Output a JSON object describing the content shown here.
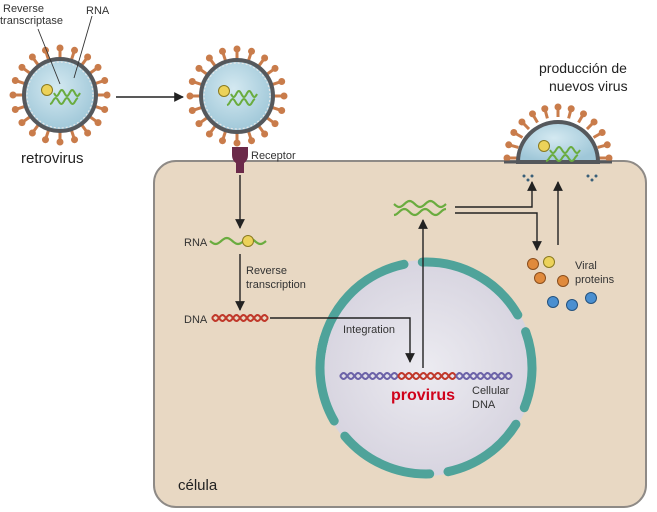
{
  "labels": {
    "reverse_transcriptase_line1": "Reverse",
    "reverse_transcriptase_line2": "transcriptase",
    "rna_top": "RNA",
    "retrovirus": "retrovirus",
    "receptor": "Receptor",
    "rna": "RNA",
    "reverse_transcription_line1": "Reverse",
    "reverse_transcription_line2": "transcription",
    "dna": "DNA",
    "integration": "Integration",
    "provirus": "provirus",
    "cellular_dna_line1": "Cellular",
    "cellular_dna_line2": "DNA",
    "viral_proteins_line1": "Viral",
    "viral_proteins_line2": "proteins",
    "production_line1": "producción de",
    "production_line2": "nuevos virus",
    "cell": "célula"
  },
  "colors": {
    "cell_fill": "#e8d8c3",
    "cell_border": "#8e8a86",
    "nucleus_fill": "#dedbe6",
    "nuclear_envelope": "#4fa39a",
    "virus_core": "#b5d5e3",
    "virus_envelope": "#55585c",
    "spike": "#c97c4b",
    "rna_strand": "#6aac3f",
    "dna_red": "#c0392b",
    "dna_purple": "#6c63a8",
    "provirus_text": "#d0021b",
    "protein_orange": "#e08a3c",
    "protein_blue": "#4a8fd0",
    "enzyme_yellow": "#ecd25a",
    "receptor": "#6b2a4a"
  }
}
